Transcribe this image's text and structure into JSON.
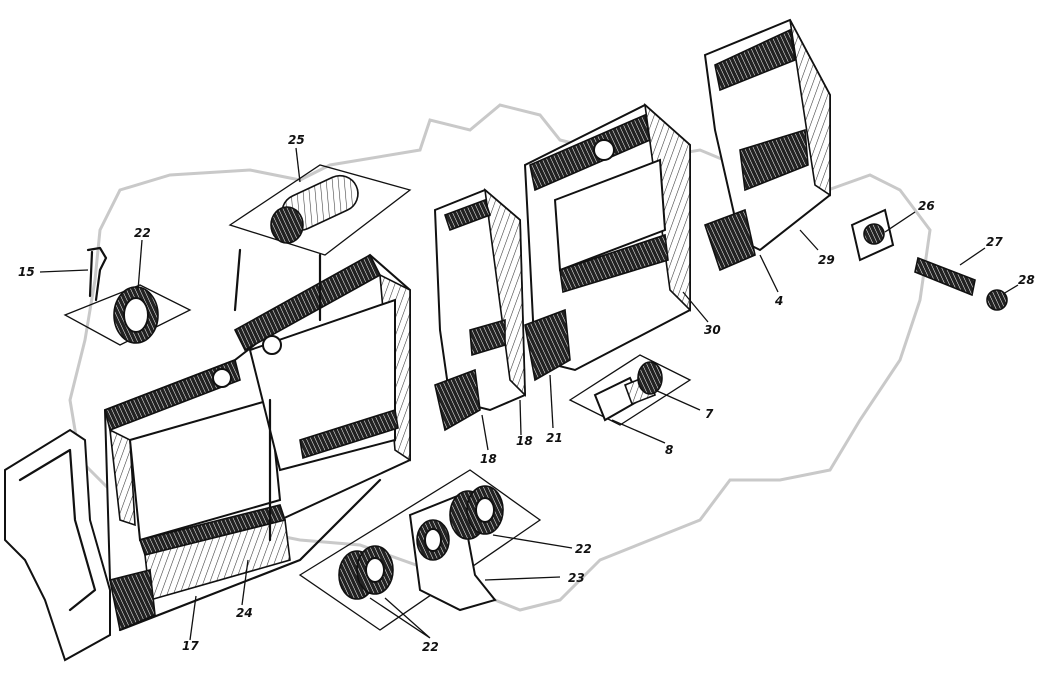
{
  "diagram": {
    "type": "exploded-parts-drawing",
    "corner_mark": "",
    "callouts": [
      {
        "id": "c15",
        "label": "15"
      },
      {
        "id": "c22a",
        "label": "22"
      },
      {
        "id": "c25",
        "label": "25"
      },
      {
        "id": "c26",
        "label": "26"
      },
      {
        "id": "c27",
        "label": "27"
      },
      {
        "id": "c28",
        "label": "28"
      },
      {
        "id": "c29",
        "label": "29"
      },
      {
        "id": "c4",
        "label": "4"
      },
      {
        "id": "c30",
        "label": "30"
      },
      {
        "id": "c7",
        "label": "7"
      },
      {
        "id": "c8",
        "label": "8"
      },
      {
        "id": "c21",
        "label": "21"
      },
      {
        "id": "c18a",
        "label": "18"
      },
      {
        "id": "c18b",
        "label": "18"
      },
      {
        "id": "c22b",
        "label": "22"
      },
      {
        "id": "c23",
        "label": "23"
      },
      {
        "id": "c22c",
        "label": "22"
      },
      {
        "id": "c24",
        "label": "24"
      },
      {
        "id": "c17",
        "label": "17"
      }
    ]
  }
}
